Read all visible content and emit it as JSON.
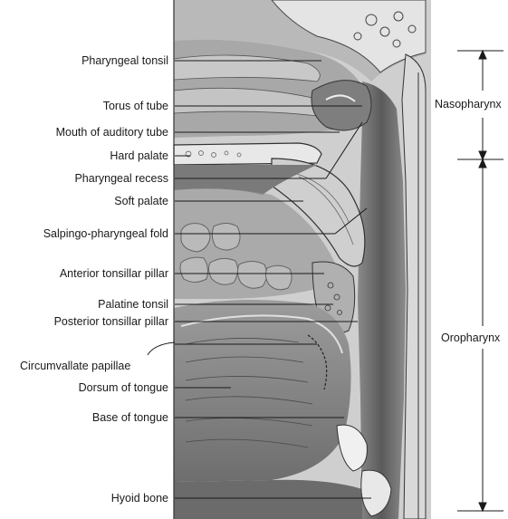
{
  "figure": {
    "labels": [
      {
        "id": "pharyngeal-tonsil",
        "text": "Pharyngeal tonsil"
      },
      {
        "id": "torus-of-tube",
        "text": "Torus of tube"
      },
      {
        "id": "mouth-of-auditory-tube",
        "text": "Mouth of auditory tube"
      },
      {
        "id": "hard-palate",
        "text": "Hard palate"
      },
      {
        "id": "pharyngeal-recess",
        "text": "Pharyngeal recess"
      },
      {
        "id": "soft-palate",
        "text": "Soft palate"
      },
      {
        "id": "salpingo-pharyngeal-fold",
        "text": "Salpingo-pharyngeal fold"
      },
      {
        "id": "anterior-tonsillar-pillar",
        "text": "Anterior tonsillar pillar"
      },
      {
        "id": "palatine-tonsil",
        "text": "Palatine tonsil"
      },
      {
        "id": "posterior-tonsillar-pillar",
        "text": "Posterior tonsillar pillar"
      },
      {
        "id": "circumvallate-papillae",
        "text": "Circumvallate papillae"
      },
      {
        "id": "dorsum-of-tongue",
        "text": "Dorsum of tongue"
      },
      {
        "id": "base-of-tongue",
        "text": "Base of tongue"
      },
      {
        "id": "hyoid-bone",
        "text": "Hyoid bone"
      }
    ],
    "regions": [
      {
        "id": "nasopharynx",
        "text": "Nasopharynx"
      },
      {
        "id": "oropharynx",
        "text": "Oropharynx"
      }
    ]
  }
}
